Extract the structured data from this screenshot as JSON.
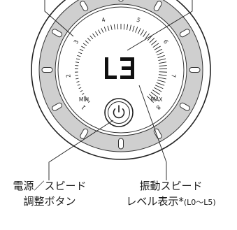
{
  "dial": {
    "display": "L3",
    "scale_numbers": [
      "1",
      "2",
      "3",
      "4",
      "5",
      "6",
      "7",
      "8"
    ],
    "min_label": "MIN",
    "max_label": "MAX"
  },
  "callouts": {
    "power_line1": "電源／スピード",
    "power_line2": "調整ボタン",
    "level_line1": "振動スピード",
    "level_line2_main": "レベル表示*",
    "level_line2_range": "(L0〜L5)"
  }
}
